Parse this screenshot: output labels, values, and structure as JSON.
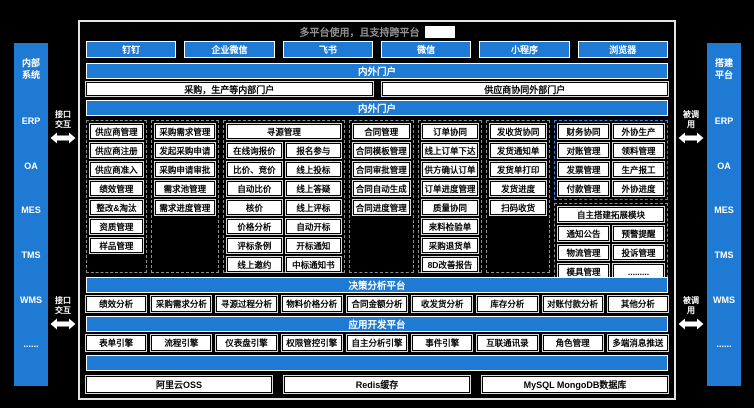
{
  "title": "多平台使用，且支持跨平台",
  "colors": {
    "accent_blue": "#1e7ad2",
    "background": "#000000",
    "box_fill": "#ffffff"
  },
  "left_rail": {
    "header": "内部\n系统",
    "items": [
      "ERP",
      "OA",
      "MES",
      "TMS",
      "WMS",
      "......"
    ]
  },
  "right_rail": {
    "header": "搭建\n平台",
    "items": [
      "ERP",
      "OA",
      "MES",
      "TMS",
      "WMS",
      "......"
    ]
  },
  "connectors": {
    "left_label": "接口\n交互",
    "right_label": "被调\n用"
  },
  "apps": [
    "钉钉",
    "企业微信",
    "飞书",
    "微信",
    "小程序",
    "浏览器"
  ],
  "portal_section": {
    "bar": "内外门户",
    "portals": [
      "采购，生产等内部门户",
      "供应商协同外部门户"
    ]
  },
  "modules": {
    "bar": "内外门户",
    "columns": [
      {
        "header": "供应商管理",
        "items": [
          "供应商注册",
          "供应商准入",
          "绩效管理",
          "整改&淘汰",
          "资质管理",
          "样品管理"
        ]
      },
      {
        "header": "采购需求管理",
        "items": [
          "发起采购申请",
          "采购申请审批",
          "需求池管理",
          "需求进度管理"
        ]
      },
      {
        "header": "寻源管理",
        "items_left": [
          "在线询报价",
          "比价、竞价",
          "自动比价",
          "核价",
          "价格分析",
          "评标条例",
          "线上邀约"
        ],
        "items_right": [
          "报名参与",
          "线上投标",
          "线上答疑",
          "线上评标",
          "自动开标",
          "开标通知",
          "中标通知书"
        ]
      },
      {
        "header": "合同管理",
        "items": [
          "合同模板管理",
          "合同审批管理",
          "合同自动生成",
          "合同进度管理"
        ]
      },
      {
        "header": "订单协同",
        "items": [
          "线上订单下达",
          "供方确认订单",
          "订单进度管理",
          "质量协同",
          "来料检验单",
          "采购退货单",
          "8D改善报告"
        ]
      },
      {
        "header": "发收货协同",
        "items": [
          "发货通知单",
          "发货单打印",
          "发货进度",
          "扫码收货"
        ]
      }
    ],
    "finance": {
      "header": "财务协同",
      "items": [
        "对账管理",
        "发票管理",
        "付款管理"
      ]
    },
    "outsourcing": {
      "header": "外协生产",
      "items": [
        "领料管理",
        "生产报工",
        "外协进度"
      ]
    },
    "extension": {
      "header": "自主搭建拓展模块",
      "items": [
        "通知公告",
        "预警提醒",
        "物流管理",
        "投诉管理",
        "模具管理",
        "........."
      ]
    }
  },
  "analysis": {
    "bar": "决策分析平台",
    "items": [
      "绩效分析",
      "采购需求分析",
      "寻源过程分析",
      "物料价格分析",
      "合同金额分析",
      "收发货分析",
      "库存分析",
      "对账付款分析",
      "其他分析"
    ]
  },
  "dev_platform": {
    "bar": "应用开发平台",
    "items": [
      "表单引擎",
      "流程引擎",
      "仪表盘引擎",
      "权限管控引擎",
      "自主分析引擎",
      "事件引擎",
      "互联通讯录",
      "角色管理",
      "多端消息推送"
    ]
  },
  "infra": {
    "items": [
      "阿里云OSS",
      "Redis缓存",
      "MySQL MongoDB数据库"
    ]
  }
}
